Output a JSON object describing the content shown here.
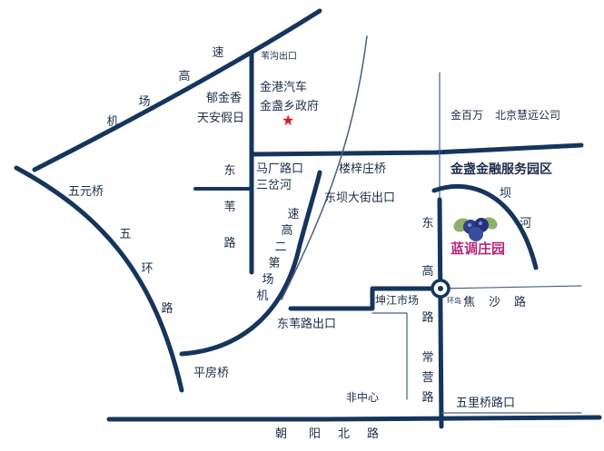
{
  "colors": {
    "road": "#15355d",
    "thin_road": "#4a5f7e",
    "text": "#1b2e4a",
    "star": "#e3141b",
    "brand": "#b5297a"
  },
  "labels": {
    "airport_expressway": [
      "机",
      "场",
      "高",
      "速"
    ],
    "ringroad5": [
      "五",
      "环",
      "路"
    ],
    "second_airport_expressway": [
      "机",
      "场",
      "第",
      "二",
      "高",
      "速"
    ],
    "dongweilu": [
      "东",
      "苇",
      "路"
    ],
    "donggaolu": [
      "东",
      "高",
      "路"
    ],
    "changyinglu": [
      "常",
      "营",
      "路"
    ],
    "jiaoshalu": [
      "焦",
      "沙",
      "路"
    ],
    "bahe": [
      "坝",
      "河"
    ],
    "chaoyangbeilu": [
      "朝",
      "阳",
      "北",
      "路"
    ],
    "weigou_exit": "苇沟出口",
    "yujinxiang": "郁金香",
    "tianan_holiday": "天安假日",
    "jingang_auto": "金港汽车",
    "jinzhan_gov": "金盏乡政府",
    "wuyuanqiao": "五元桥",
    "machanglu_kou": "马厂路口",
    "sanchahe": "三岔河",
    "louziqiao": "楼梓庄桥",
    "dongbadajie_exit": "东坝大街出口",
    "jinbaiwan": "金百万",
    "huiyuan": "北京慧远公司",
    "finance_park": "金盏金融服务园区",
    "brand": "蓝调庄园",
    "kunjiang_market": "坤江市场",
    "roundabout": "环岛",
    "dongweilu_exit": "东苇路出口",
    "pingfangqiao": "平房桥",
    "feizhongxin": "非中心",
    "wuliqiao_kou": "五里桥路口"
  },
  "icons": {
    "star": "star-icon",
    "blueberry": "blueberry-icon",
    "roundabout": "roundabout-icon"
  }
}
